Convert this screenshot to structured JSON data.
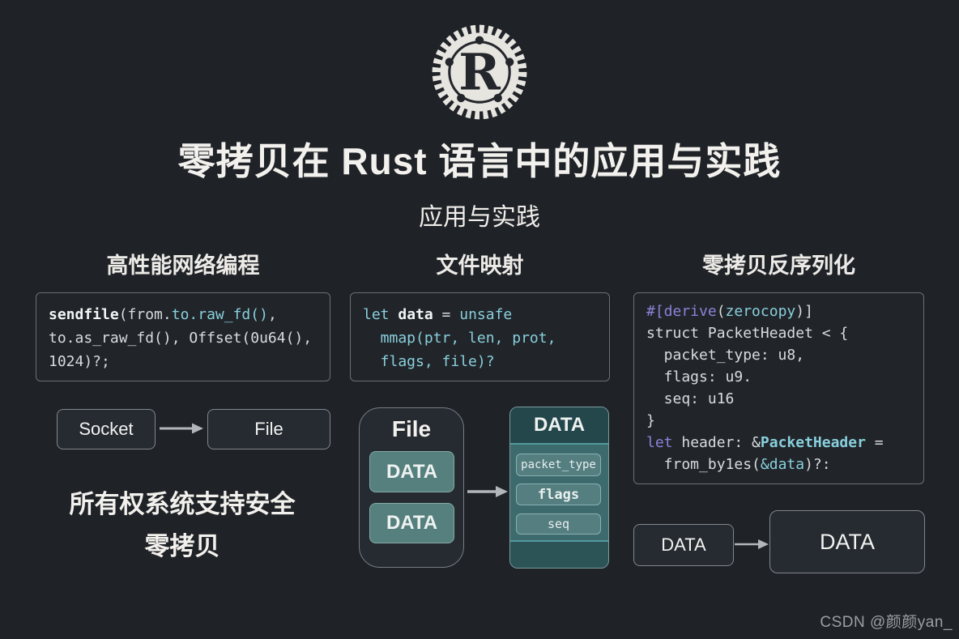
{
  "header": {
    "title": "零拷贝在 Rust 语言中的应用与实践",
    "subtitle": "应用与实践"
  },
  "columns": {
    "network": {
      "heading": "高性能网络编程",
      "code": [
        [
          {
            "t": "sendfile",
            "c": "b"
          },
          {
            "t": "(from.",
            "c": "w"
          },
          {
            "t": "to.raw_fd()",
            "c": "c"
          },
          {
            "t": ",",
            "c": "w"
          }
        ],
        [
          {
            "t": "to.as_raw_fd(), Offset(0u64(),",
            "c": "w"
          }
        ],
        [
          {
            "t": "1024)?;",
            "c": "w"
          }
        ]
      ],
      "flow": {
        "from": "Socket",
        "to": "File"
      },
      "caption_line1": "所有权系统支持安全",
      "caption_line2": "零拷贝"
    },
    "mmap": {
      "heading": "文件映射",
      "code": [
        [
          {
            "t": "let",
            "c": "c"
          },
          {
            "t": " ",
            "c": "w"
          },
          {
            "t": "data",
            "c": "b"
          },
          {
            "t": " = ",
            "c": "w"
          },
          {
            "t": "unsafe",
            "c": "c"
          }
        ],
        [
          {
            "t": "  mmap(ptr, len, prot,",
            "c": "c"
          }
        ],
        [
          {
            "t": "  flags, file)?",
            "c": "c"
          }
        ]
      ],
      "file_box": {
        "title": "File",
        "blocks": [
          "DATA",
          "DATA"
        ]
      },
      "data_box": {
        "title": "DATA",
        "fields": [
          "packet_type",
          "flags",
          "seq"
        ]
      }
    },
    "zerocopy": {
      "heading": "零拷贝反序列化",
      "code": [
        [
          {
            "t": "#[derive",
            "c": "p"
          },
          {
            "t": "(",
            "c": "w"
          },
          {
            "t": "zerocopy",
            "c": "c"
          },
          {
            "t": ")]",
            "c": "w"
          }
        ],
        [
          {
            "t": "struct PacketHeadet < {",
            "c": "w"
          }
        ],
        [
          {
            "t": "  packet_type: u8,",
            "c": "w"
          }
        ],
        [
          {
            "t": "  flags: u9.",
            "c": "w"
          }
        ],
        [
          {
            "t": "  seq: u16",
            "c": "w"
          }
        ],
        [
          {
            "t": "}",
            "c": "w"
          }
        ],
        [
          {
            "t": "let",
            "c": "p"
          },
          {
            "t": " header: &",
            "c": "w"
          },
          {
            "t": "PacketHeader",
            "c": "cb"
          },
          {
            "t": " =",
            "c": "w"
          }
        ],
        [
          {
            "t": "  from_by1es(",
            "c": "w"
          },
          {
            "t": "&data",
            "c": "c"
          },
          {
            "t": ")?:",
            "c": "w"
          }
        ]
      ],
      "flow": {
        "from": "DATA",
        "to": "DATA"
      }
    }
  },
  "watermark": "CSDN @颜颜yan_",
  "colors": {
    "background": "#1f2227",
    "code_cyan": "#88cfdd",
    "code_purple": "#8a83da",
    "teal_block": "#56807d",
    "panel_body": "#3d6a6d",
    "panel_header": "#24474b",
    "dark_box": "#262b31",
    "logo_fill": "#e7e5e0"
  }
}
